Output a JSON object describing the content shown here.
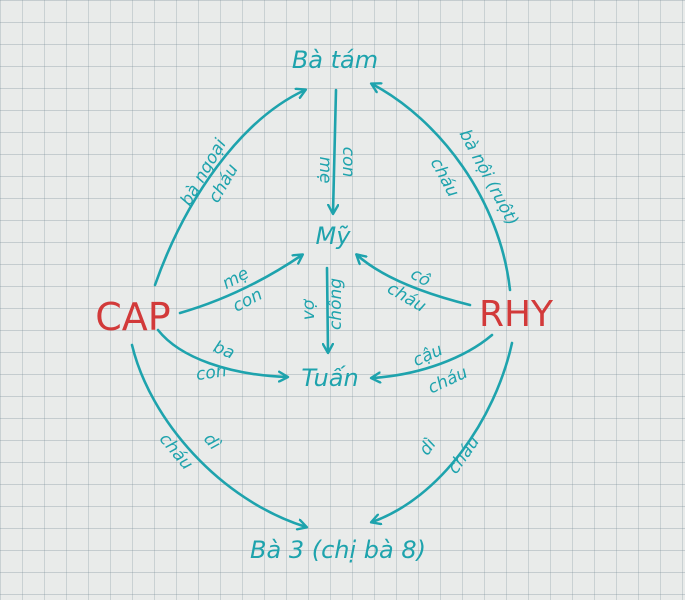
{
  "nodes": {
    "ba_tam": "Bà tám",
    "my": "Mỹ",
    "tuan": "Tuấn",
    "cap": "CAP",
    "rhy": "RHY",
    "ba3": "Bà 3 (chị bà 8)"
  },
  "edges": {
    "cap_batam": {
      "top": "bà ngoại",
      "bottom": "cháu"
    },
    "rhy_batam": {
      "top": "bà nội (ruột)",
      "bottom": "cháu"
    },
    "batam_my": {
      "left": "mẹ",
      "right": "con"
    },
    "cap_my": {
      "top": "mẹ",
      "bottom": "con"
    },
    "rhy_my": {
      "top": "cô",
      "bottom": "cháu"
    },
    "my_tuan": {
      "left": "vợ",
      "right": "chồng"
    },
    "cap_tuan": {
      "top": "ba",
      "bottom": "con"
    },
    "rhy_tuan": {
      "top": "cậu",
      "bottom": "cháu"
    },
    "cap_ba3": {
      "top": "dì",
      "bottom": "cháu"
    },
    "rhy_ba3": {
      "top": "dì",
      "bottom": "cháu"
    }
  },
  "colors": {
    "ink": "#1ea3ad",
    "accent": "#d23a3a",
    "paper": "#e9ebea"
  }
}
